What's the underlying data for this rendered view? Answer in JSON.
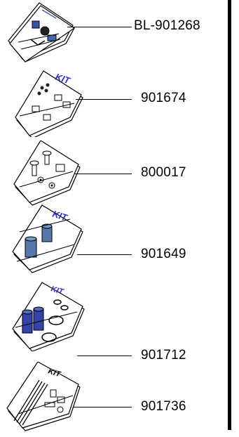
{
  "kits": [
    {
      "part_number": "BL-901268",
      "kit_label": ""
    },
    {
      "part_number": "901674",
      "kit_label": "KIT"
    },
    {
      "part_number": "800017",
      "kit_label": ""
    },
    {
      "part_number": "901649",
      "kit_label": "KIT"
    },
    {
      "part_number": "901712",
      "kit_label": "KIT"
    },
    {
      "part_number": "901736",
      "kit_label": "KIT"
    }
  ],
  "colors": {
    "ink": "#000000",
    "kit_label": "#2b2bd0",
    "part_blue": "#5577aa",
    "part_dark_blue": "#3344aa",
    "rule": "#000000"
  }
}
